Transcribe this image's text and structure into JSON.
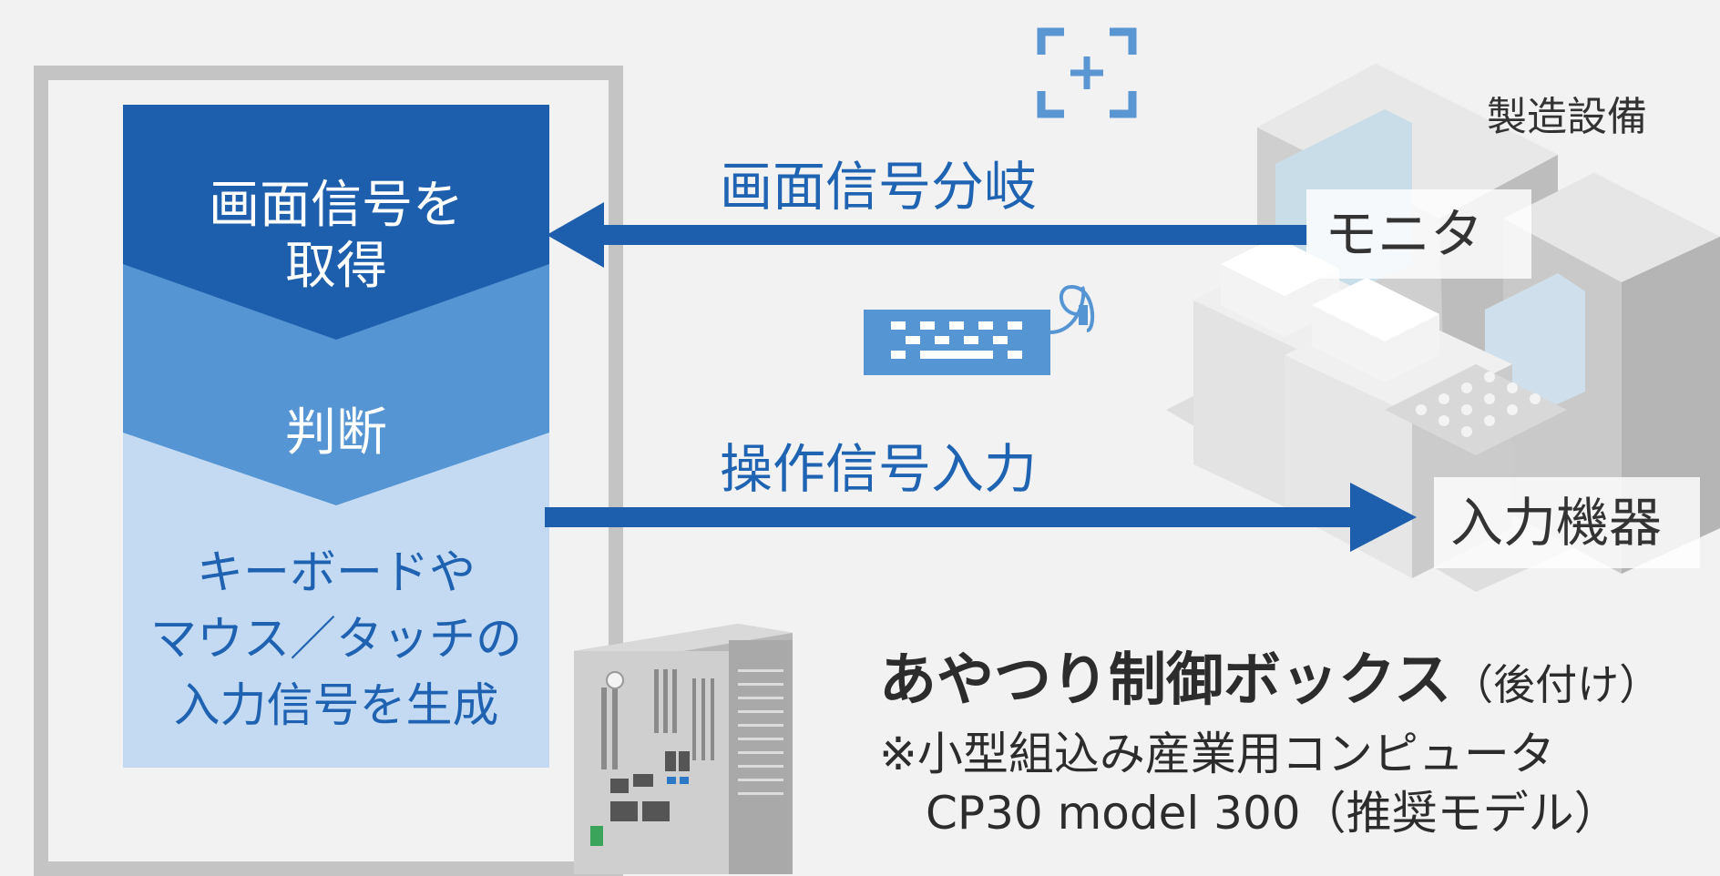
{
  "flow": {
    "step1": {
      "line1": "画面信号を",
      "line2": "取得"
    },
    "step2": {
      "label": "判断"
    },
    "step3": {
      "line1": "キーボードや",
      "line2": "マウス／タッチの",
      "line3": "入力信号を生成"
    }
  },
  "arrows": {
    "screen_signal_label": "画面信号分岐",
    "operation_signal_label": "操作信号入力"
  },
  "equipment": {
    "label": "製造設備",
    "monitor_tag": "モニタ",
    "input_device_tag": "入力機器"
  },
  "product": {
    "title": "あやつり制御ボックス",
    "title_suffix": "（後付け）",
    "note_line1": "※小型組込み産業用コンピュータ",
    "note_line2": "CP30 model 300（推奨モデル）"
  },
  "colors": {
    "dark_blue": "#1e5fad",
    "mid_blue": "#5595d3",
    "light_blue": "#c3daf2",
    "frame_gray": "#c4c4c4"
  },
  "icons": [
    "focus-plus-icon",
    "keyboard-icon"
  ]
}
